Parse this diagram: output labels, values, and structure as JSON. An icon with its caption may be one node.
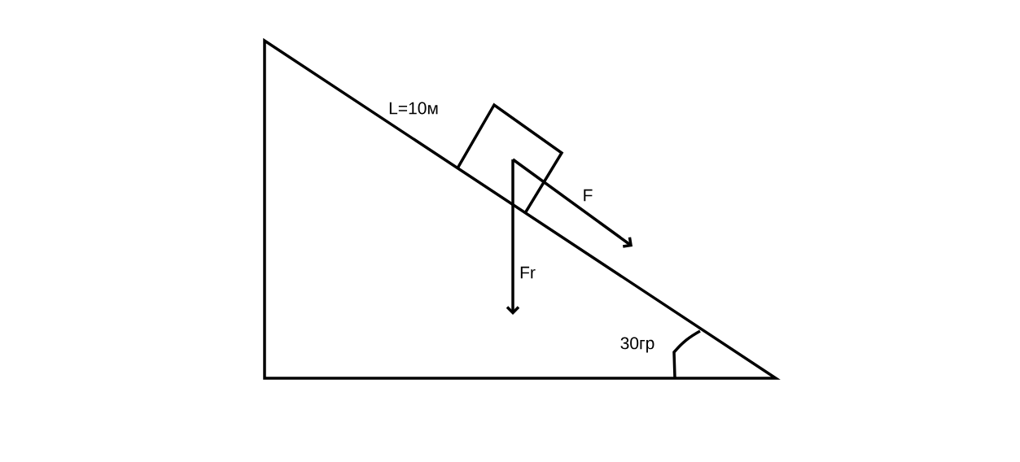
{
  "diagram": {
    "labels": [
      "L=10м",
      "F",
      "Fr",
      "30гр"
    ]
  }
}
